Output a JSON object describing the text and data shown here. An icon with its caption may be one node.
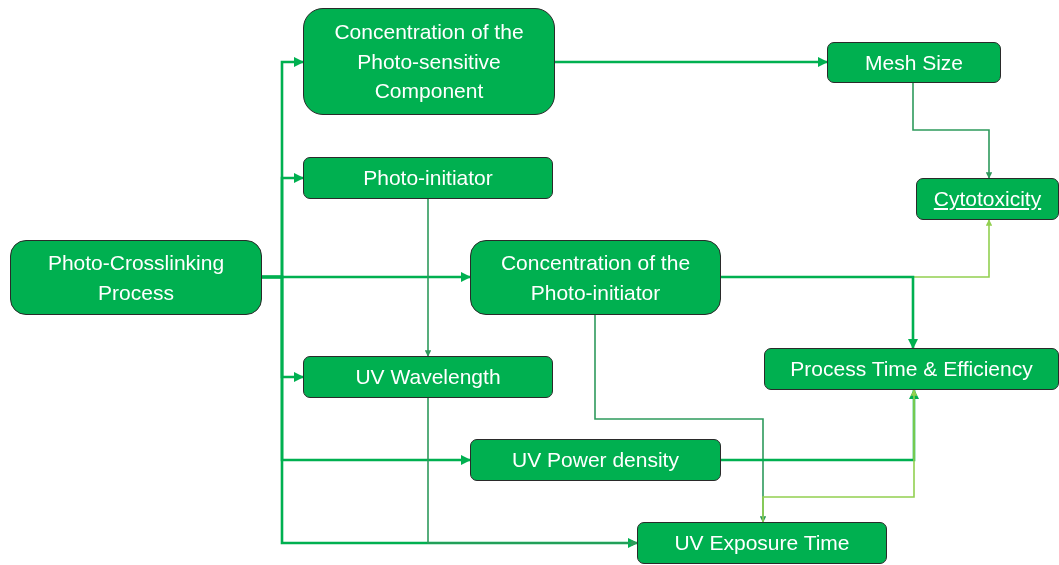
{
  "diagram": {
    "nodes": [
      {
        "text": [
          "Photo-Crosslinking Process"
        ]
      },
      {
        "text": [
          "Concentration of the Photo-sensitive Component"
        ]
      },
      {
        "text": [
          "Photo-initiator"
        ]
      },
      {
        "text": [
          "Mesh Size"
        ]
      },
      {
        "text": [
          "Cytotoxicity"
        ]
      },
      {
        "text": [
          "Concentration of the Photo-initiator"
        ]
      },
      {
        "text": [
          "Process Time & Efficiency"
        ]
      },
      {
        "text": [
          "UV Wavelength"
        ]
      },
      {
        "text": [
          "UV Power density"
        ]
      },
      {
        "text": [
          "UV Exposure Time"
        ]
      }
    ],
    "edges": [
      {
        "from": 0,
        "to": 1,
        "arrow": "to"
      },
      {
        "from": 0,
        "to": 2,
        "arrow": "to"
      },
      {
        "from": 0,
        "to": 5,
        "arrow": "to"
      },
      {
        "from": 0,
        "to": 7,
        "arrow": "to"
      },
      {
        "from": 0,
        "to": 8,
        "arrow": "to"
      },
      {
        "from": 0,
        "to": 9,
        "arrow": "to"
      },
      {
        "from": 1,
        "to": 3,
        "arrow": "to"
      },
      {
        "from": 2,
        "to": 7,
        "arrow": "to",
        "color": "#2e9a5c"
      },
      {
        "from": 3,
        "to": 4,
        "arrow": "to",
        "color": "#2e9a5c"
      },
      {
        "from": 5,
        "to": 4,
        "arrow": "to",
        "color": "#92d050"
      },
      {
        "from": 5,
        "to": 6,
        "arrow": "to"
      },
      {
        "from": 5,
        "to": 9,
        "arrow": "to",
        "color": "#2e9a5c"
      },
      {
        "from": 7,
        "to": 9,
        "arrow": "to",
        "color": "#2e9a5c"
      },
      {
        "from": 8,
        "to": 6,
        "arrow": "to"
      },
      {
        "from": 9,
        "to": 6,
        "arrow": "to",
        "color": "#92d050"
      }
    ]
  }
}
